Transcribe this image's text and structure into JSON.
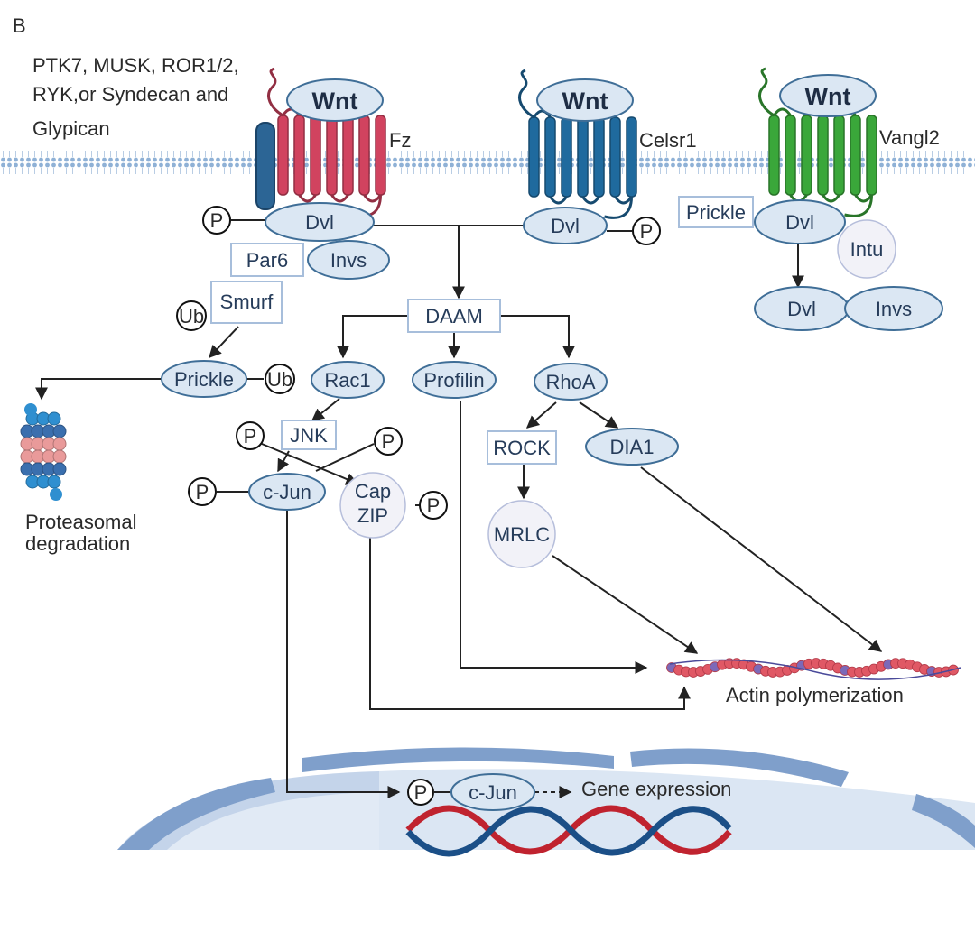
{
  "panel_label": "B",
  "coreceptor_text": [
    "PTK7, MUSK, ROR1/2,",
    "RYK,or Syndecan and",
    "Glypican"
  ],
  "receptors": {
    "fz": {
      "ligand": "Wnt",
      "name": "Fz",
      "color": "#d1435f"
    },
    "celsr1": {
      "ligand": "Wnt",
      "name": "Celsr1",
      "color": "#1f6a9e"
    },
    "vangl2": {
      "ligand": "Wnt",
      "name": "Vangl2",
      "color": "#3aa73a"
    }
  },
  "nodes": {
    "dvl_left": "Dvl",
    "dvl_mid": "Dvl",
    "dvl_right": "Dvl",
    "dvl_lower": "Dvl",
    "par6": "Par6",
    "invs_left": "Invs",
    "invs_right": "Invs",
    "smurf": "Smurf",
    "prickle_box": "Prickle",
    "intu": "Intu",
    "daam": "DAAM",
    "prickle_node": "Prickle",
    "rac1": "Rac1",
    "profilin": "Profilin",
    "rhoa": "RhoA",
    "jnk": "JNK",
    "rock": "ROCK",
    "dia1": "DIA1",
    "cjun": "c-Jun",
    "capzip": [
      "Cap",
      "ZIP"
    ],
    "mrlc": "MRLC",
    "cjun_nucleus": "c-Jun"
  },
  "tags": {
    "phospho": "P",
    "ubiquitin": "Ub"
  },
  "labels": {
    "proteasomal": [
      "Proteasomal",
      "degradation"
    ],
    "actin": "Actin polymerization",
    "gene": "Gene expression"
  }
}
